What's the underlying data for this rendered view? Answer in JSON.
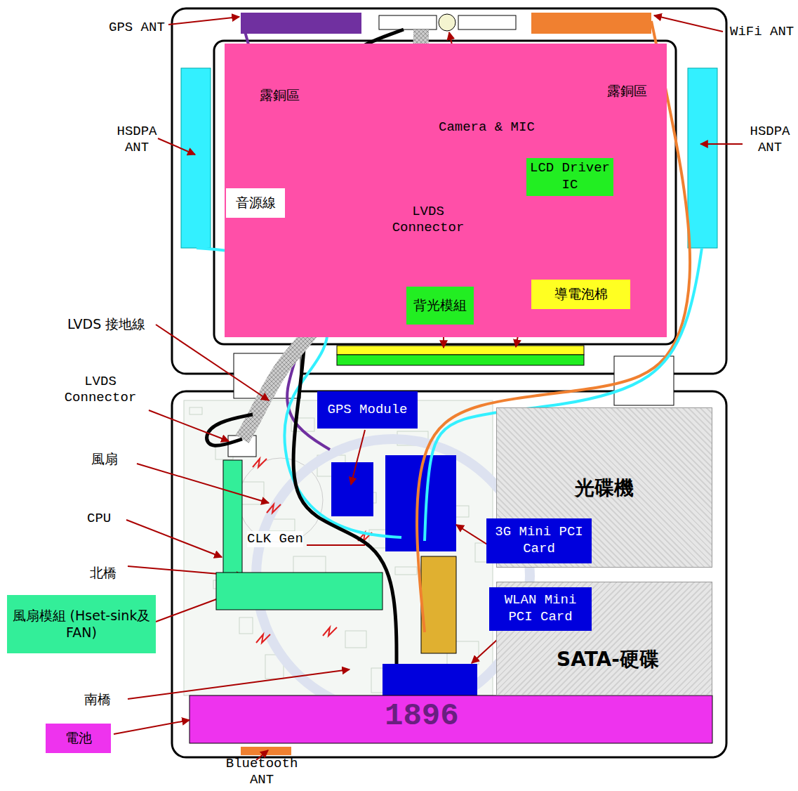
{
  "diagram": {
    "nodes": [
      {
        "text": [
          "露銅區",
          "露銅區"
        ]
      },
      {
        "text": [
          "LCD Driver IC"
        ],
        "in": 0
      },
      {
        "text": [
          "音源線"
        ],
        "in": 0
      },
      {
        "text": [
          "背光模組"
        ]
      },
      {
        "text": [
          "導電泡棉"
        ]
      },
      {
        "text": [
          "GPS Module"
        ]
      },
      {
        "text": [
          "光碟機"
        ]
      },
      {
        "text": [
          "3G Mini PCI Card"
        ]
      },
      {
        "text": [
          "SATA-硬碟"
        ]
      },
      {
        "text": [
          "WLAN Mini PCI Card"
        ]
      },
      {
        "text": [
          "風扇模組 (Hset-sink及FAN)"
        ]
      },
      {
        "text": [
          "電池"
        ]
      }
    ],
    "labels": [
      "GPS ANT",
      "WiFi ANT",
      "HSDPA ANT",
      "HSDPA ANT",
      "Camera & MIC",
      "LVDS Connector",
      "LVDS 接地線",
      "LVDS Connector",
      "風扇",
      "CPU",
      "北橋",
      "CLK Gen",
      "南橋",
      "Bluetooth ANT",
      "1896"
    ]
  }
}
